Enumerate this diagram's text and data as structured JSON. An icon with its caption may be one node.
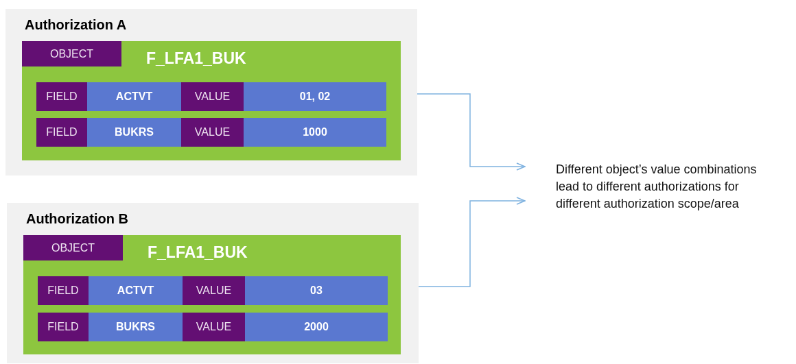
{
  "diagram": {
    "nodes": [
      {
        "text": [
          "Authorization A"
        ]
      },
      {
        "text": [
          "F_LFA1_BUK"
        ],
        "in": 0
      },
      {
        "text": [
          "OBJECT"
        ],
        "in": 1
      },
      {
        "text": [],
        "shape": "bar",
        "in": 1
      },
      {
        "text": [
          "FIELD"
        ],
        "in": 3
      },
      {
        "text": [
          "ACTVT"
        ],
        "in": 3
      },
      {
        "text": [
          "VALUE"
        ],
        "in": 3
      },
      {
        "text": [
          "01, 02"
        ],
        "in": 3
      },
      {
        "text": [],
        "shape": "bar",
        "in": 1
      },
      {
        "text": [
          "FIELD"
        ],
        "in": 8
      },
      {
        "text": [
          "BUKRS"
        ],
        "in": 8
      },
      {
        "text": [
          "VALUE"
        ],
        "in": 8
      },
      {
        "text": [
          "1000"
        ],
        "in": 8
      },
      {
        "text": [
          "Authorization B"
        ]
      },
      {
        "text": [
          "F_LFA1_BUK"
        ],
        "in": 13
      },
      {
        "text": [
          "OBJECT"
        ],
        "in": 14
      },
      {
        "text": [],
        "shape": "bar",
        "in": 14
      },
      {
        "text": [
          "FIELD"
        ],
        "in": 16
      },
      {
        "text": [
          "ACTVT"
        ],
        "in": 16
      },
      {
        "text": [
          "VALUE"
        ],
        "in": 16
      },
      {
        "text": [
          "03"
        ],
        "in": 16
      },
      {
        "text": [],
        "shape": "bar",
        "in": 14
      },
      {
        "text": [
          "FIELD"
        ],
        "in": 21
      },
      {
        "text": [
          "BUKRS"
        ],
        "in": 21
      },
      {
        "text": [
          "VALUE"
        ],
        "in": 21
      },
      {
        "text": [
          "2000"
        ],
        "in": 21
      },
      {
        "text": [
          "Different object’s value combinations lead to different authorizations for different authorization scope/area"
        ]
      }
    ],
    "edges": [
      {
        "from": 0,
        "to": 26,
        "arrow": "to"
      },
      {
        "from": 13,
        "to": 26,
        "arrow": "to"
      }
    ]
  }
}
